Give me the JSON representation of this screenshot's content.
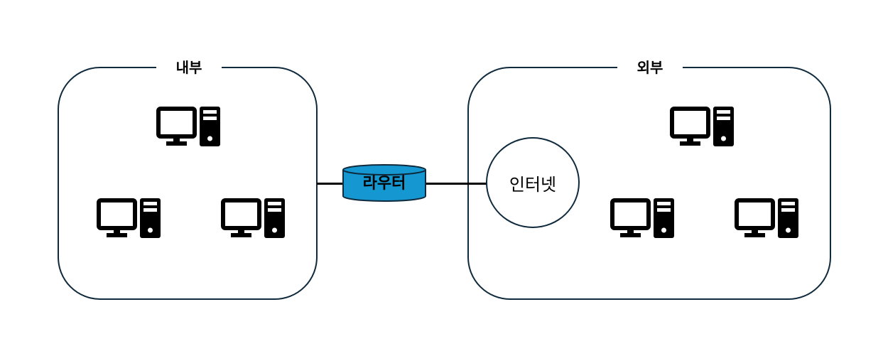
{
  "zones": {
    "internal": {
      "label": "내부"
    },
    "external": {
      "label": "외부"
    }
  },
  "router": {
    "label": "라우터",
    "color": "#1597d1"
  },
  "internet": {
    "label": "인터넷"
  },
  "icons": [
    "desktop-computer-icon",
    "router-icon"
  ],
  "colors": {
    "border": "#0f2a3c",
    "computer": "#000000",
    "router_fill": "#1597d1"
  }
}
